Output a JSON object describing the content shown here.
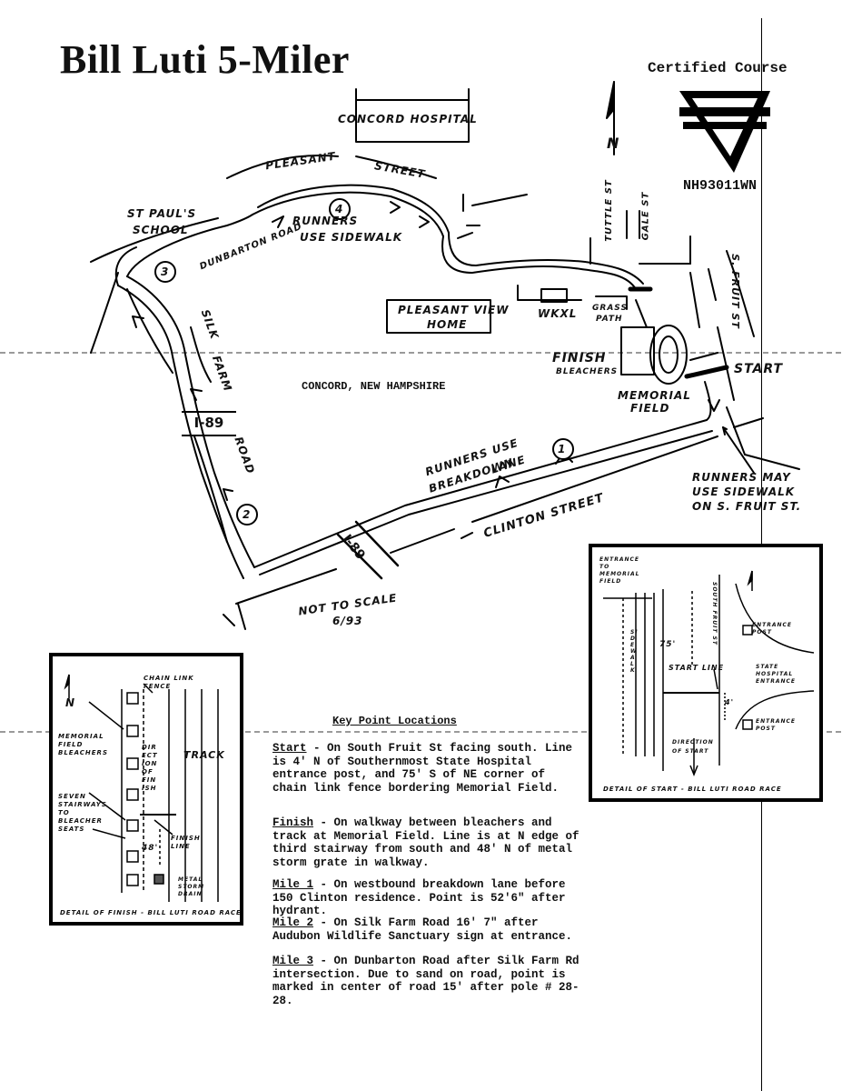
{
  "title": "Bill Luti 5-Miler",
  "certification": {
    "label": "Certified Course",
    "number": "NH93011WN"
  },
  "map": {
    "city_label": "CONCORD, NEW HAMPSHIRE",
    "scale_note": "NOT TO SCALE",
    "date_note": "6/93",
    "north": "N",
    "streets": {
      "pleasant_1": "PLEASANT",
      "pleasant_2": "STREET",
      "dunbarton": "DUNBARTON ROAD",
      "silk_farm_1": "SILK",
      "silk_farm_2": "FARM",
      "silk_farm_3": "ROAD",
      "clinton": "CLINTON STREET",
      "tuttle": "TUTTLE ST",
      "gale": "GALE ST",
      "south_fruit": "S. FRUIT ST",
      "i89_a": "I-89",
      "i89_b": "I-89"
    },
    "places": {
      "hospital": "CONCORD HOSPITAL",
      "st_pauls_1": "ST PAUL'S",
      "st_pauls_2": "SCHOOL",
      "pleasant_view_1": "PLEASANT VIEW",
      "pleasant_view_2": "HOME",
      "wkxl": "WKXL",
      "grass_path_1": "GRASS",
      "grass_path_2": "PATH",
      "memorial_1": "MEMORIAL",
      "memorial_2": "FIELD",
      "bleachers": "BLEACHERS"
    },
    "labels": {
      "finish": "FINISH",
      "start": "START",
      "sidewalk_1": "RUNNERS",
      "sidewalk_2": "USE SIDEWALK",
      "breakdown_1": "RUNNERS USE",
      "breakdown_2": "BREAKDOWN",
      "breakdown_3": "LANE",
      "fruit_sidewalk_1": "RUNNERS MAY",
      "fruit_sidewalk_2": "USE SIDEWALK",
      "fruit_sidewalk_3": "ON S. FRUIT ST."
    },
    "mile_markers": [
      "1",
      "2",
      "3",
      "4"
    ]
  },
  "finish_detail": {
    "caption": "DETAIL OF FINISH - BILL LUTI ROAD RACE",
    "labels": {
      "chain_link": "CHAIN LINK FENCE",
      "memorial_bleachers": "MEMORIAL FIELD BLEACHERS",
      "direction": "DIRECTION OF FINISH",
      "track": "TRACK",
      "seven_stairways": "SEVEN STAIRWAYS TO BLEACHER SEATS",
      "finish_line": "FINISH LINE",
      "distance": "48'",
      "storm_drain": "METAL STORM DRAIN",
      "north": "N"
    }
  },
  "start_detail": {
    "caption": "DETAIL OF START - BILL LUTI ROAD RACE",
    "labels": {
      "entrance": "ENTRANCE TO MEMORIAL FIELD",
      "south_fruit": "SOUTH FRUIT ST",
      "entrance_post_1": "ENTRANCE POST",
      "distance_75": "75'",
      "sidewalk": "SIDEWALK",
      "start_line": "START LINE",
      "state_hospital": "STATE HOSPITAL ENTRANCE",
      "distance_4": "4'",
      "entrance_post_2": "ENTRANCE POST",
      "direction": "DIRECTION OF START",
      "north": "N"
    }
  },
  "key_points": {
    "heading": "Key Point Locations",
    "items": [
      {
        "label": "Start",
        "text": " - On South Fruit St facing south. Line is 4' N of Southernmost State Hospital entrance post, and 75' S of NE corner of chain link fence bordering Memorial Field."
      },
      {
        "label": "Finish",
        "text": " - On walkway between bleachers and track at Memorial Field. Line is at N edge of third stairway from south and 48' N of metal storm grate in walkway."
      },
      {
        "label": "Mile 1",
        "text": " - On westbound breakdown lane before 150 Clinton residence. Point is 52'6\" after hydrant."
      },
      {
        "label": "Mile 2",
        "text": " - On Silk Farm Road 16' 7\" after Audubon Wildlife Sanctuary sign at entrance."
      },
      {
        "label": "Mile 3",
        "text": " - On Dunbarton Road after Silk Farm Rd intersection. Due to sand on road, point is marked in center of road 15' after pole # 28-28."
      }
    ]
  }
}
